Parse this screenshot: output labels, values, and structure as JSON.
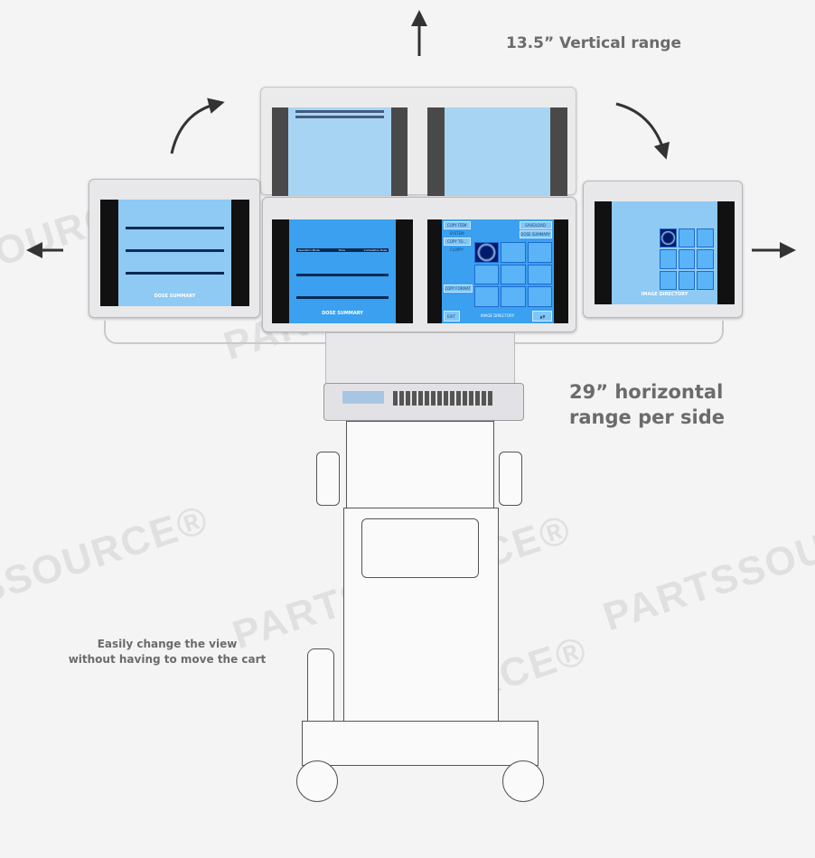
{
  "annotations": {
    "vertical": "13.5” Vertical range",
    "horizontal_1": "29” horizontal",
    "horizontal_2": "range per side",
    "caption_1": "Easily change the view",
    "caption_2": "without having to move the cart"
  },
  "watermark": "PARTSSOURCE®",
  "screens": {
    "dose_summary": "DOSE SUMMARY",
    "image_directory": "IMAGE DIRECTORY",
    "exit": "EXIT",
    "copy_item": "COPY ITEM",
    "system": "SYSTEM",
    "copy_to": "COPY TO...",
    "floppy": "FLOPPY",
    "copy_format": "COPY FORMAT",
    "save_load": "SAVE/LOAD",
    "table_headers": [
      "Operation Mode",
      "Time",
      "Cumulative Dose"
    ]
  },
  "colors": {
    "screen": "#3aa0ef",
    "text": "#6b6b6b"
  }
}
